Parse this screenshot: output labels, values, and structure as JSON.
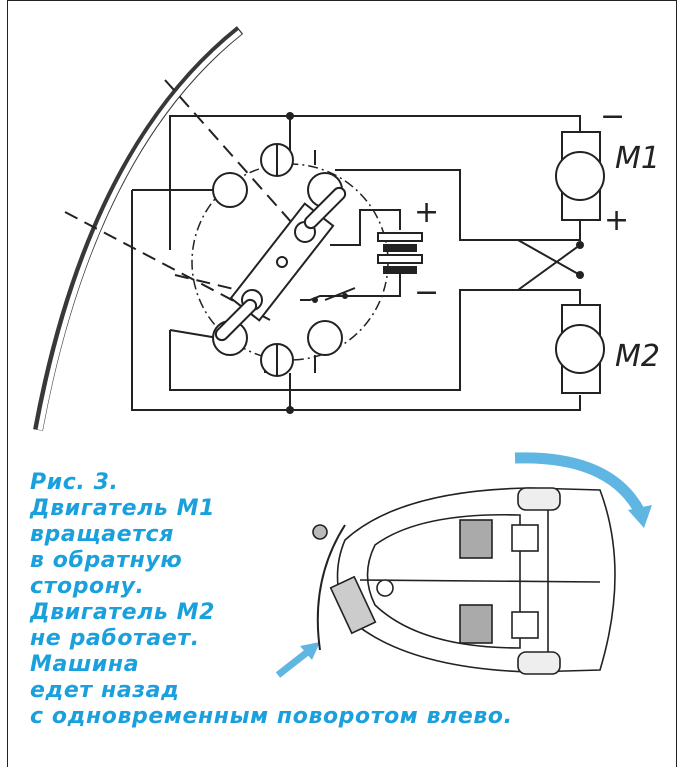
{
  "circuit": {
    "motor_1_label": "M1",
    "motor_2_label": "M2",
    "plus_sign": "+",
    "minus_sign": "−"
  },
  "caption": {
    "lines": [
      "Рис. 3.",
      "Двигатель М1",
      "вращается",
      "в обратную",
      "сторону.",
      "Двигатель М2",
      "не работает.",
      "Машина",
      "едет назад",
      "с одновременным поворотом влево."
    ]
  },
  "colors": {
    "caption_text": "#1aa0dc",
    "arrow": "#5fb6e3",
    "line": "#222222"
  }
}
